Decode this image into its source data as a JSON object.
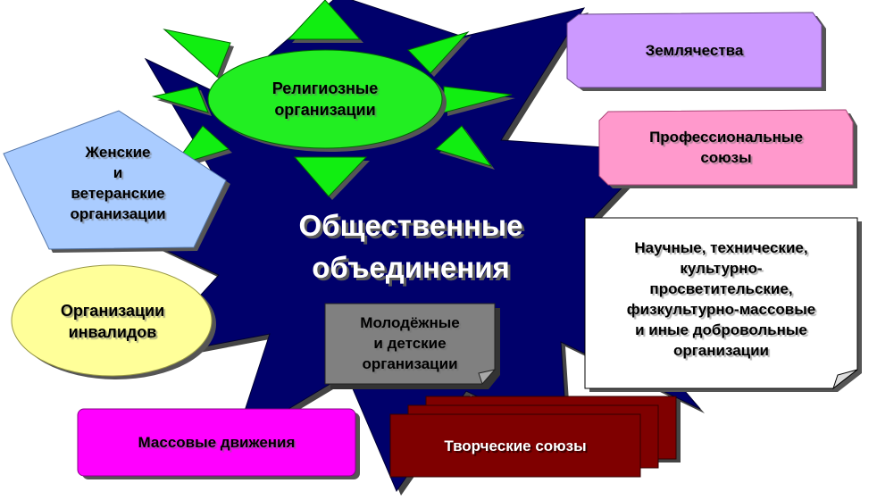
{
  "title": "Общественные\nобъединения",
  "nodes": {
    "religious": "Религиозные\nорганизации",
    "women_veterans": "Женские\nи\nветеранские\nорганизации",
    "disabled": "Организации\nинвалидов",
    "mass_movements": "Массовые движения",
    "creative_unions": "Творческие союзы",
    "youth_children": "Молодёжные\nи детские\nорганизации",
    "compatriot": "Землячества",
    "trade_unions": "Профессиональные\nсоюзы",
    "scientific": "Научные, технические,\nкультурно-\nпросветительские,\nфизкультурно-массовые\nи иные добровольные\nорганизации"
  },
  "colors": {
    "star": "#00006b",
    "rays": "#11ee11",
    "religious": "#22ee22",
    "women_veterans": "#aaccff",
    "disabled": "#ffff99",
    "mass_movements": "#ff00ff",
    "creative_unions": "#7f0000",
    "youth_children": "#808080",
    "compatriot": "#cc99ff",
    "trade_unions": "#ff99cc",
    "scientific": "#ffffff"
  }
}
